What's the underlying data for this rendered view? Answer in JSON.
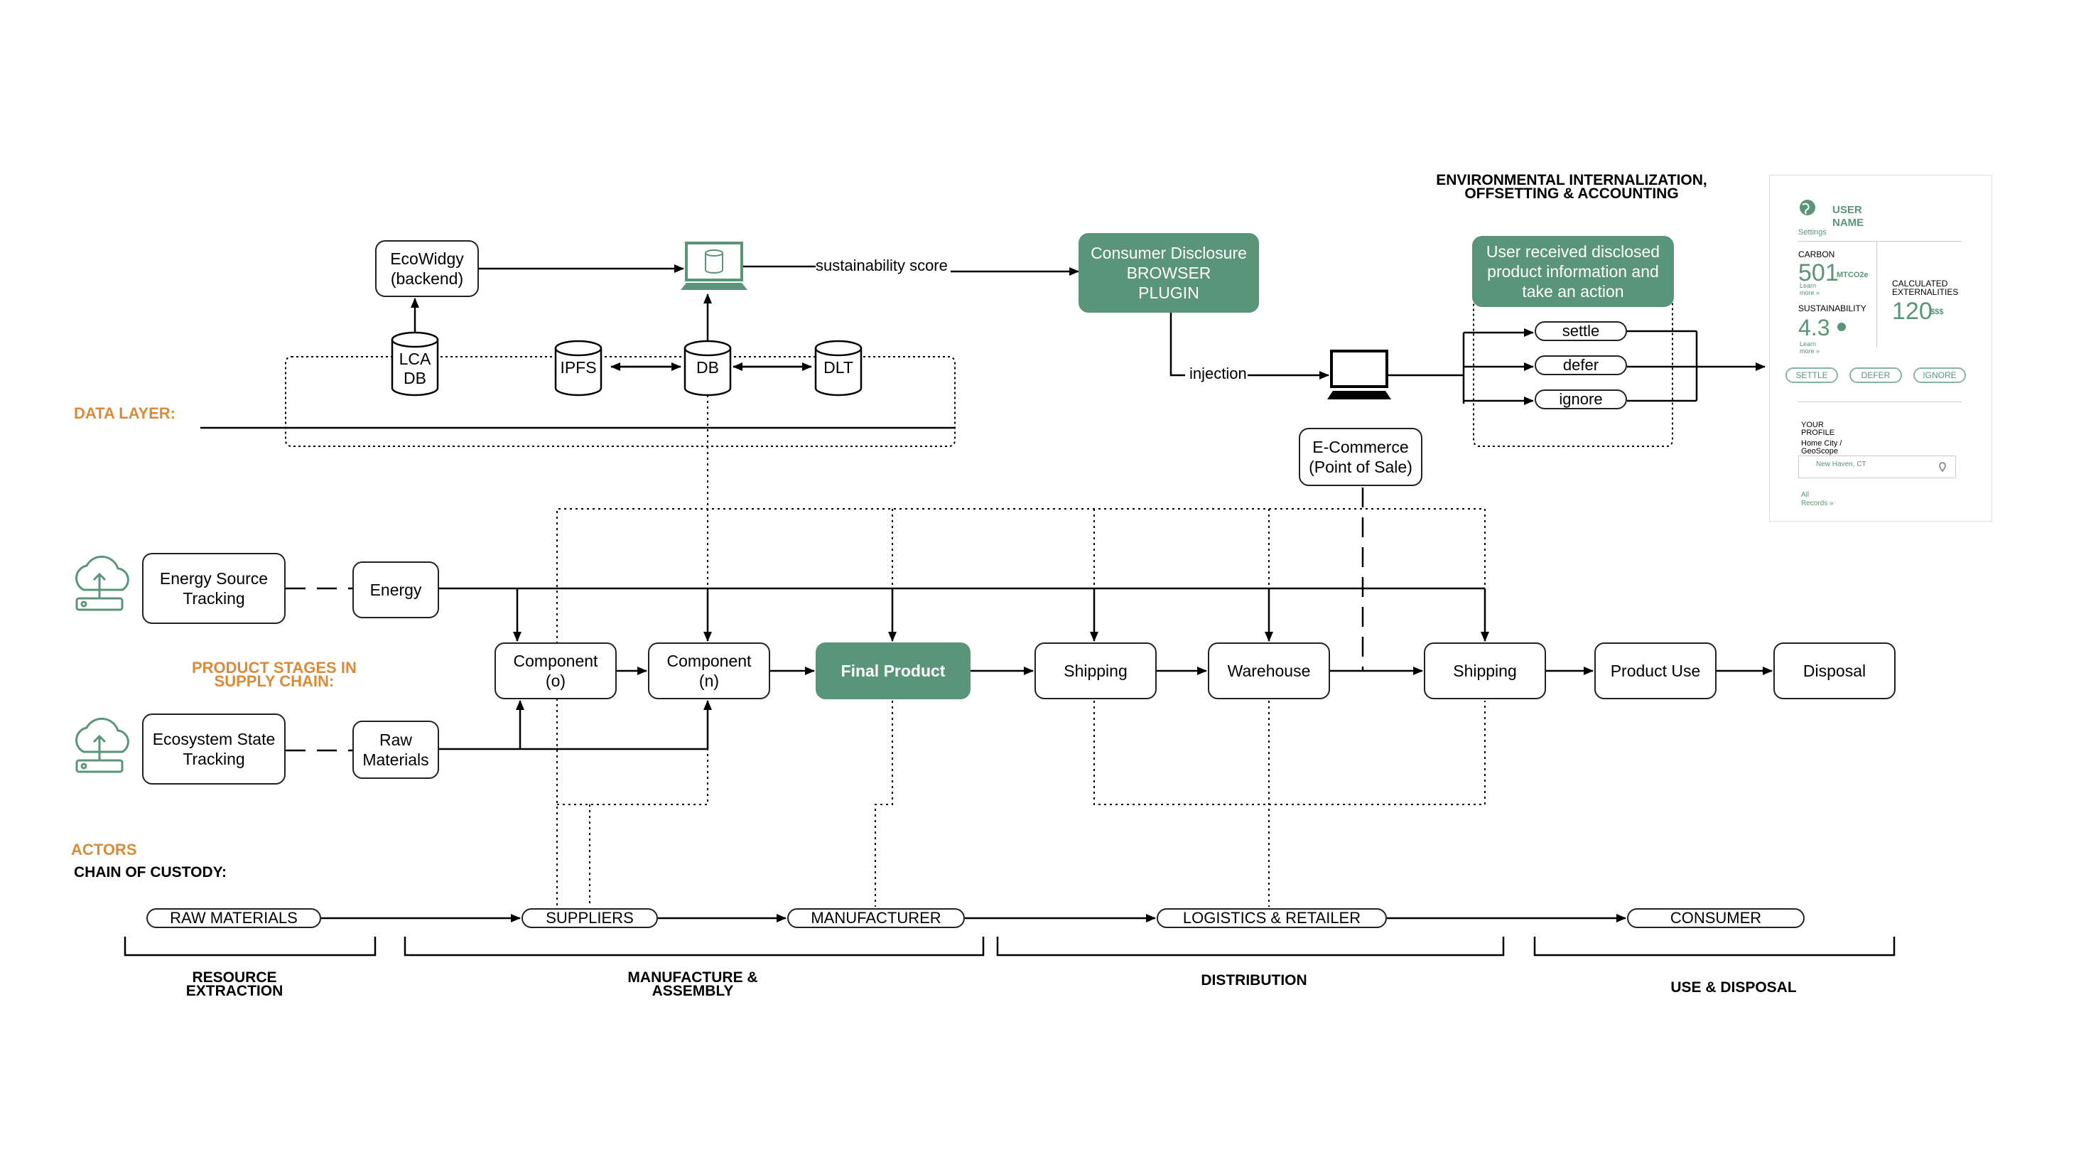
{
  "labels": {
    "data_layer": "DATA LAYER:",
    "product_stages": "PRODUCT STAGES IN\nSUPPLY CHAIN:",
    "actors": "ACTORS",
    "chain_of_custody": "CHAIN OF CUSTODY:",
    "env_heading": "ENVIRONMENTAL INTERNALIZATION,\nOFFSETTING & ACCOUNTING",
    "sustainability_score": "sustainability score",
    "injection": "injection"
  },
  "nodes": {
    "ecowidgy": "EcoWidgy\n(backend)",
    "consumer_plugin": "Consumer Disclosure\nBROWSER\nPLUGIN",
    "user_action": "User received disclosed\nproduct information and\ntake an action",
    "ecommerce": "E-Commerce\n(Point of Sale)",
    "energy_tracking": "Energy Source\nTracking",
    "ecosystem_tracking": "Ecosystem State\nTracking",
    "energy": "Energy",
    "raw_materials": "Raw\nMaterials",
    "component_o": "Component\n(o)",
    "component_n": "Component\n(n)",
    "final_product": "Final Product",
    "shipping1": "Shipping",
    "warehouse": "Warehouse",
    "shipping2": "Shipping",
    "product_use": "Product Use",
    "disposal": "Disposal"
  },
  "databases": {
    "lca_db": "LCA\nDB",
    "ipfs": "IPFS",
    "db": "DB",
    "dlt": "DLT"
  },
  "actions": [
    "settle",
    "defer",
    "ignore"
  ],
  "actors": [
    "RAW MATERIALS",
    "SUPPLIERS",
    "MANUFACTURER",
    "LOGISTICS & RETAILER",
    "CONSUMER"
  ],
  "stages": {
    "resource": "RESOURCE\nEXTRACTION",
    "manufacture": "MANUFACTURE &\nASSEMBLY",
    "distribution": "DISTRIBUTION",
    "use": "USE & DISPOSAL"
  },
  "widget": {
    "user": "USER",
    "name": "NAME",
    "settings": "Settings",
    "carbon_label": "CARBON",
    "carbon_value": "501",
    "carbon_unit": "MTCO2e",
    "learn_more": "Learn\nmore »",
    "sustainability_label": "SUSTAINABILITY",
    "sustainability_value": "4.3",
    "externalities_label": "CALCULATED\nEXTERNALITIES",
    "externalities_value": "120",
    "externalities_unit": "$$$",
    "btn_settle": "SETTLE",
    "btn_defer": "DEFER",
    "btn_ignore": "IGNORE",
    "profile": "YOUR\nPROFILE",
    "home_city": "Home City /\nGeoScope",
    "city_value": "New Haven, CT",
    "all_records": "All\nRecords »"
  },
  "colors": {
    "accent_green": "#5a9479",
    "label_orange": "#d98b3a"
  },
  "icons": [
    "cloud-upload-icon",
    "computer-database-icon",
    "laptop-icon",
    "globe-icon",
    "location-pin-icon"
  ]
}
